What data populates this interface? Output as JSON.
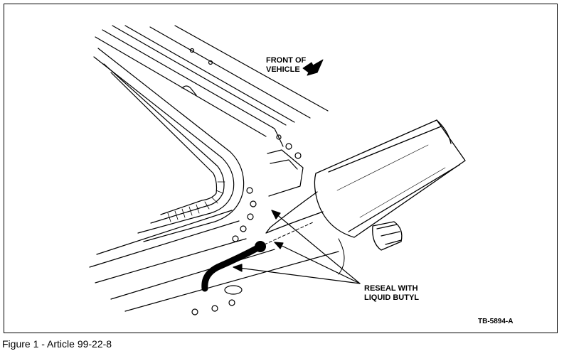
{
  "figure": {
    "front_label_line1": "FRONT OF",
    "front_label_line2": "VEHICLE",
    "reseal_label_line1": "RESEAL WITH",
    "reseal_label_line2": "LIQUID BUTYL",
    "tb_number": "TB-5894-A"
  },
  "caption": "Figure 1 - Article 99-22-8"
}
